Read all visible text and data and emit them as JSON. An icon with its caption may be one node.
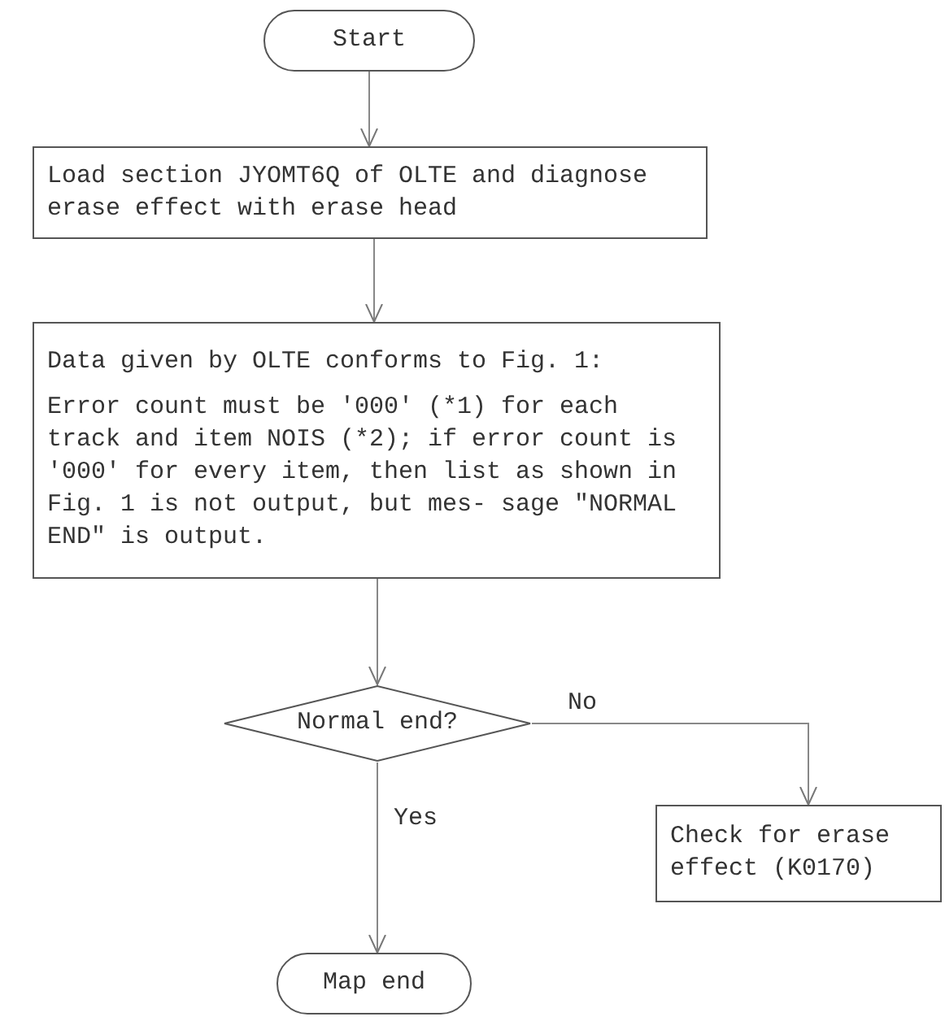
{
  "diagram": {
    "nodes": [
      {
        "text": [
          "Start"
        ]
      },
      {
        "text": [
          "Load section JYOMT6Q of OLTE and diagnose erase effect with erase head"
        ]
      },
      {
        "text": [
          "Data given by OLTE conforms to Fig. 1:",
          "Error count must be '000' (*1) for each track and item NOIS (*2); if error count is '000' for every item, then list as shown in Fig. 1 is not output, but mes- sage \"NORMAL END\" is output."
        ]
      },
      {
        "text": [
          "Normal end?"
        ]
      },
      {
        "text": [
          "Check for erase effect (K0170)"
        ]
      },
      {
        "text": [
          "Map end"
        ]
      }
    ],
    "edges": [
      {
        "from": 0,
        "to": 1,
        "arrow": "to"
      },
      {
        "from": 1,
        "to": 2,
        "arrow": "to"
      },
      {
        "from": 2,
        "to": 3,
        "arrow": "to"
      },
      {
        "from": 3,
        "to": 4,
        "arrow": "to",
        "label": "No"
      },
      {
        "from": 3,
        "to": 5,
        "arrow": "to",
        "label": "Yes"
      }
    ]
  }
}
